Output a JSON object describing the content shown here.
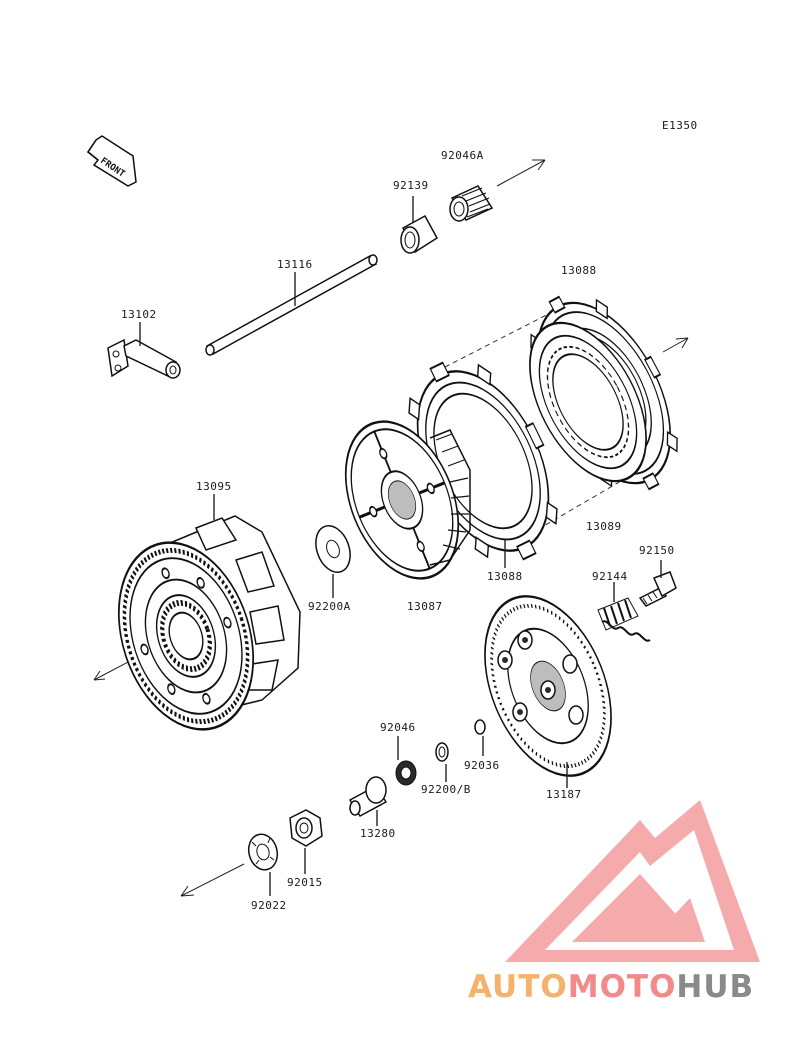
{
  "diagram_code": "E1350",
  "front_arrow_label": "FRONT",
  "parts": {
    "p92046A": "92046A",
    "p92139": "92139",
    "p13116": "13116",
    "p13088_top": "13088",
    "p13102": "13102",
    "p13095": "13095",
    "p13089": "13089",
    "p13088_bottom": "13088",
    "p92150": "92150",
    "p92144": "92144",
    "p92200A": "92200A",
    "p13087": "13087",
    "p92046": "92046",
    "p92036": "92036",
    "p92200B": "92200/B",
    "p13187": "13187",
    "p13280": "13280",
    "p92015": "92015",
    "p92022": "92022"
  },
  "watermark": {
    "text_part1": "AUTO",
    "text_part2": "MOTO",
    "text_part3": "HUB",
    "color_orange": "#f5b26b",
    "color_red": "#f28a8a",
    "color_grey": "#8a8a8a"
  }
}
